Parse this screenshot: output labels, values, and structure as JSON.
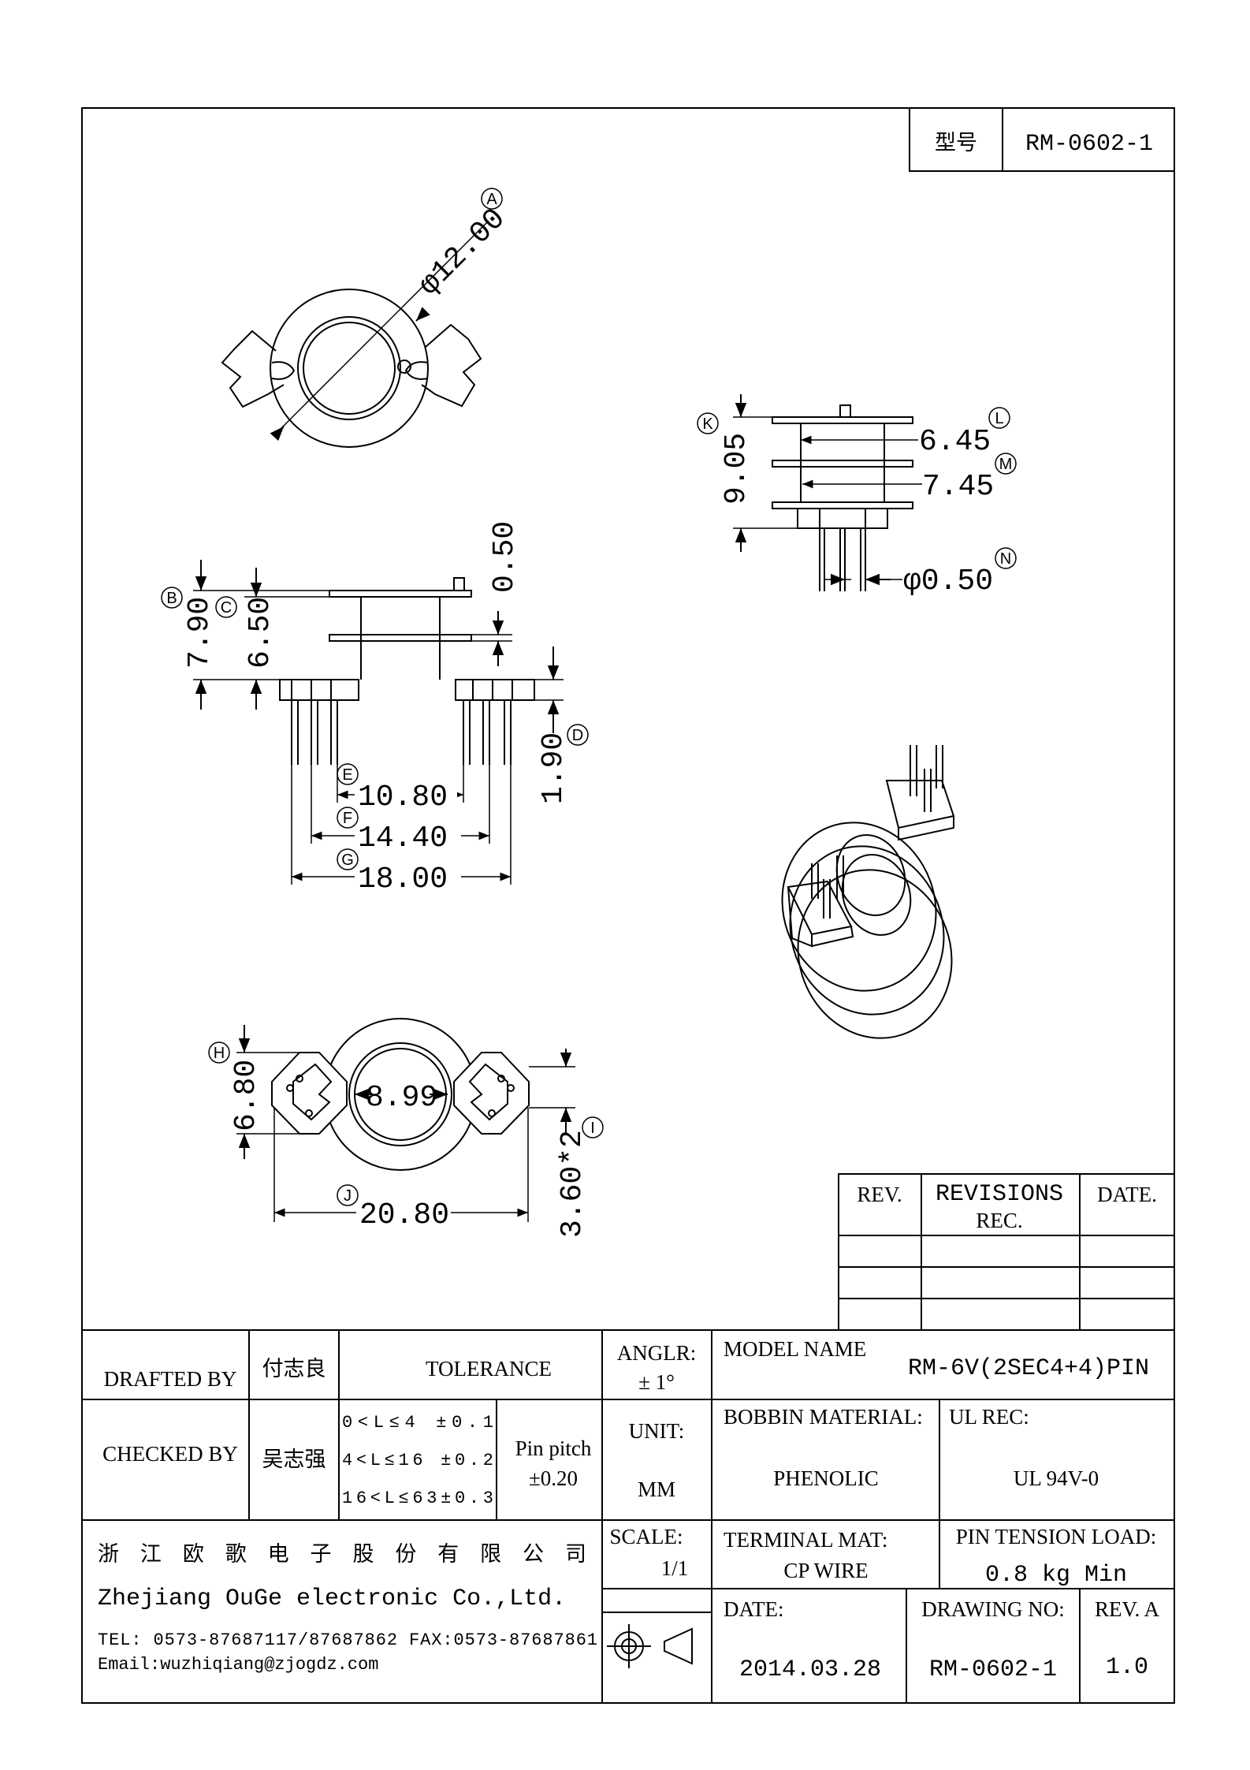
{
  "header": {
    "model_label": "型号",
    "model_value": "RM-0602-1"
  },
  "dimensions": {
    "top_dia": "φ12.00",
    "side_k": "9.05",
    "side_l": "6.45",
    "side_m": "7.45",
    "side_n": "φ0.50",
    "front_b": "7.90",
    "front_c": "6.50",
    "front_050": "0.50",
    "front_d": "1.90",
    "front_e": "10.80",
    "front_f": "14.40",
    "front_g": "18.00",
    "bottom_h": "6.80",
    "bottom_inner": "8.99",
    "bottom_i": "3.60*2",
    "bottom_j": "20.80"
  },
  "callouts": {
    "a": "A",
    "b": "B",
    "c": "C",
    "d": "D",
    "e": "E",
    "f": "F",
    "g": "G",
    "h": "H",
    "i": "I",
    "j": "J",
    "k": "K",
    "l": "L",
    "m": "M",
    "n": "N"
  },
  "revisions": {
    "rev": "REV.",
    "rec1": "REVISIONS",
    "rec2": "REC.",
    "date": "DATE."
  },
  "title_block": {
    "drafted_by_label": "DRAFTED BY",
    "drafted_by_name": "付志良",
    "checked_by_label": "CHECKED BY",
    "checked_by_name": "吴志强",
    "tolerance_label": "TOLERANCE",
    "tol1": "0<L≤4  ±0.1",
    "tol2": "4<L≤16 ±0.2",
    "tol3": "16<L≤63±0.3",
    "pin_pitch_1": "Pin pitch",
    "pin_pitch_2": "±0.20",
    "anglr_1": "ANGLR:",
    "anglr_2": "± 1°",
    "unit_label": "UNIT:",
    "unit_value": "MM",
    "scale_label": "SCALE:",
    "scale_value": "1/1",
    "model_name_label": "MODEL NAME",
    "model_name_value": "RM-6V(2SEC4+4)PIN",
    "bobbin_label": "BOBBIN MATERIAL:",
    "bobbin_value": "PHENOLIC",
    "ul_label": "UL REC:",
    "ul_value": "UL 94V-0",
    "terminal_label": "TERMINAL MAT:",
    "terminal_value": "CP  WIRE",
    "pin_tension_label": "PIN  TENSION  LOAD:",
    "pin_tension_value": "0.8 kg Min",
    "date_label": "DATE:",
    "date_value": "2014.03.28",
    "drawing_no_label": "DRAWING NO:",
    "drawing_no_value": "RM-0602-1",
    "rev_label": "REV. A",
    "rev_value": "1.0",
    "company_cn": "浙 江 欧 歌 电 子 股 份 有 限 公 司",
    "company_en": "Zhejiang OuGe electronic Co.,Ltd.",
    "tel_fax": "TEL: 0573-87687117/87687862  FAX:0573-87687861",
    "email": "Email:wuzhiqiang@zjogdz.com"
  }
}
